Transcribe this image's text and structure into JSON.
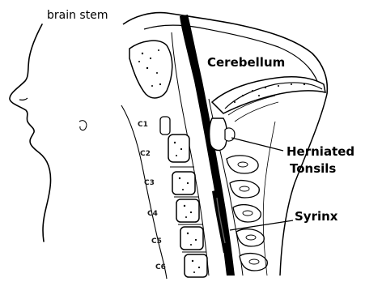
{
  "labels": {
    "brain_stem": "brain stem",
    "cerebellum": "Cerebellum",
    "herniated_tonsils_line1": "Herniated",
    "herniated_tonsils_line2": "Tonsils",
    "syrinx": "Syrinx"
  },
  "vertebrae": [
    "C1",
    "C2",
    "C3",
    "C4",
    "C5",
    "C6"
  ],
  "colors": {
    "ink": "#000000",
    "background": "#ffffff"
  }
}
